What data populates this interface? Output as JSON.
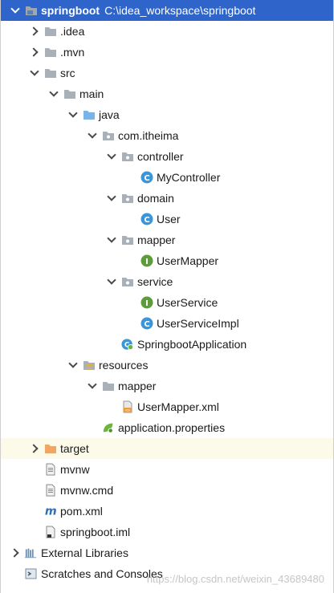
{
  "project": {
    "name": "springboot",
    "path": "C:\\idea_workspace\\springboot"
  },
  "tree": [
    {
      "label": "springboot",
      "type": "project-root",
      "indent": 0,
      "arrow": "down"
    },
    {
      "label": ".idea",
      "type": "folder",
      "indent": 1,
      "arrow": "right"
    },
    {
      "label": ".mvn",
      "type": "folder",
      "indent": 1,
      "arrow": "right"
    },
    {
      "label": "src",
      "type": "folder",
      "indent": 1,
      "arrow": "down"
    },
    {
      "label": "main",
      "type": "folder",
      "indent": 2,
      "arrow": "down"
    },
    {
      "label": "java",
      "type": "source-folder",
      "indent": 3,
      "arrow": "down"
    },
    {
      "label": "com.itheima",
      "type": "package",
      "indent": 4,
      "arrow": "down"
    },
    {
      "label": "controller",
      "type": "package",
      "indent": 5,
      "arrow": "down"
    },
    {
      "label": "MyController",
      "type": "class",
      "indent": 6,
      "arrow": "none"
    },
    {
      "label": "domain",
      "type": "package",
      "indent": 5,
      "arrow": "down"
    },
    {
      "label": "User",
      "type": "class",
      "indent": 6,
      "arrow": "none"
    },
    {
      "label": "mapper",
      "type": "package",
      "indent": 5,
      "arrow": "down"
    },
    {
      "label": "UserMapper",
      "type": "interface",
      "indent": 6,
      "arrow": "none"
    },
    {
      "label": "service",
      "type": "package",
      "indent": 5,
      "arrow": "down"
    },
    {
      "label": "UserService",
      "type": "interface",
      "indent": 6,
      "arrow": "none"
    },
    {
      "label": "UserServiceImpl",
      "type": "class",
      "indent": 6,
      "arrow": "none"
    },
    {
      "label": "SpringbootApplication",
      "type": "spring-class",
      "indent": 5,
      "arrow": "none"
    },
    {
      "label": "resources",
      "type": "resources-folder",
      "indent": 3,
      "arrow": "down"
    },
    {
      "label": "mapper",
      "type": "folder",
      "indent": 4,
      "arrow": "down"
    },
    {
      "label": "UserMapper.xml",
      "type": "xml-file",
      "indent": 5,
      "arrow": "none"
    },
    {
      "label": "application.properties",
      "type": "spring-properties",
      "indent": 4,
      "arrow": "none"
    },
    {
      "label": "target",
      "type": "excluded-folder",
      "indent": 1,
      "arrow": "right"
    },
    {
      "label": "mvnw",
      "type": "text-file",
      "indent": 1,
      "arrow": "none"
    },
    {
      "label": "mvnw.cmd",
      "type": "text-file",
      "indent": 1,
      "arrow": "none"
    },
    {
      "label": "pom.xml",
      "type": "maven-file",
      "indent": 1,
      "arrow": "none"
    },
    {
      "label": "springboot.iml",
      "type": "iml-file",
      "indent": 1,
      "arrow": "none"
    },
    {
      "label": "External Libraries",
      "type": "libraries",
      "indent": 0,
      "arrow": "right"
    },
    {
      "label": "Scratches and Consoles",
      "type": "scratches",
      "indent": 0,
      "arrow": "none"
    }
  ],
  "watermark": "https://blog.csdn.net/weixin_43689480",
  "colors": {
    "selection": "#2f65ca",
    "excluded_bg": "#fcfbea",
    "folder": "#a9b0b8",
    "source_folder": "#7ab3e6",
    "excluded_folder": "#f0a766",
    "class": "#3a95d9",
    "interface": "#5e9c3b",
    "spring": "#6db33f"
  },
  "icons": {
    "project-root": "project-folder-icon",
    "folder": "folder-icon",
    "source-folder": "source-folder-icon",
    "package": "package-icon",
    "class": "class-icon",
    "interface": "interface-icon",
    "spring-class": "spring-boot-class-icon",
    "resources-folder": "resources-folder-icon",
    "xml-file": "xml-file-icon",
    "spring-properties": "spring-properties-icon",
    "excluded-folder": "excluded-folder-icon",
    "text-file": "text-file-icon",
    "maven-file": "maven-file-icon",
    "iml-file": "iml-file-icon",
    "libraries": "libraries-icon",
    "scratches": "scratches-icon"
  }
}
